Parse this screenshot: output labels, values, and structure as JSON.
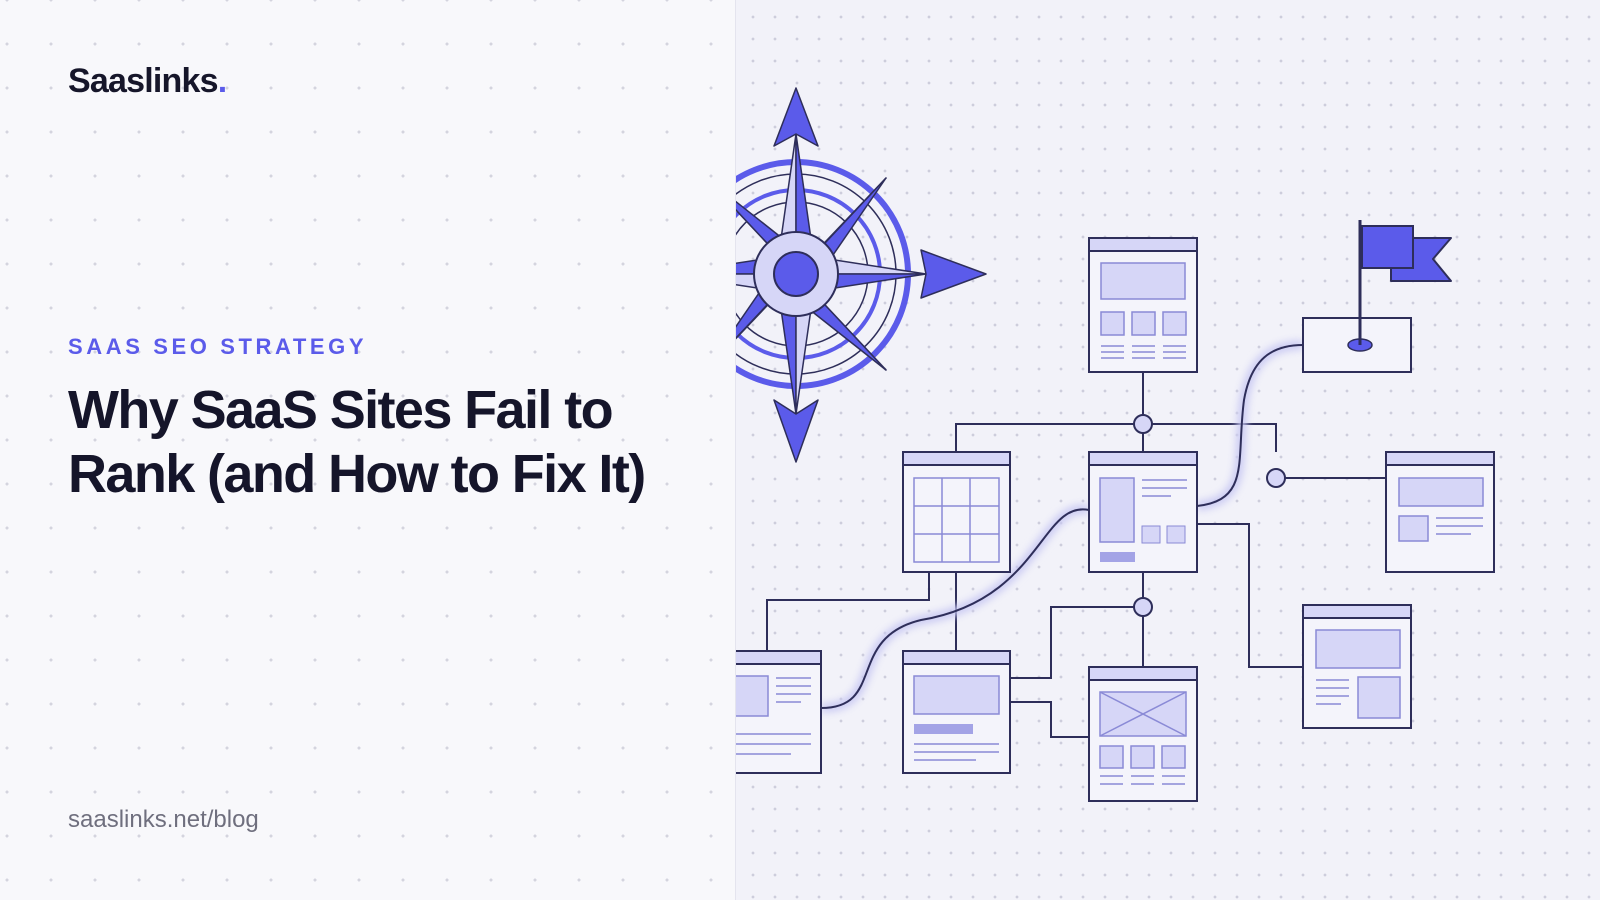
{
  "brand": {
    "name": "Saaslinks",
    "dot": ".",
    "accent": "#5B5BEA"
  },
  "hero": {
    "eyebrow": "SAAS SEO STRATEGY",
    "title": "Why SaaS Sites Fail to Rank (and How to Fix It)"
  },
  "footer": {
    "url": "saaslinks.net/blog"
  },
  "illustration": {
    "icons": [
      "compass-icon",
      "flag-icon",
      "page-wireframe-icon"
    ],
    "colors": {
      "line": "#2E2E5A",
      "fill": "#5B5BEA",
      "light_fill": "#D6D6F7",
      "card": "#F4F4FB"
    }
  }
}
